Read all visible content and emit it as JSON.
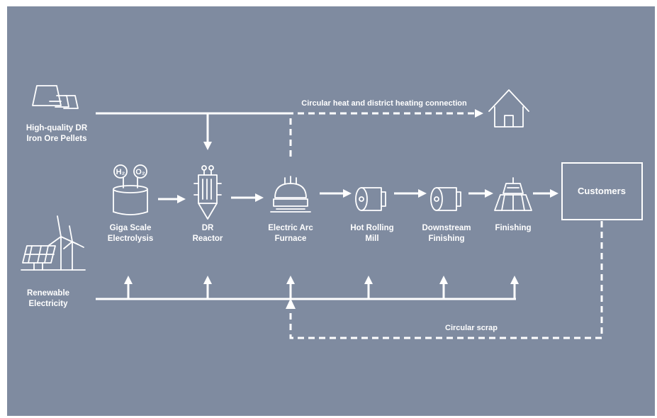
{
  "inputs": {
    "pellets": [
      "High-quality DR",
      "Iron Ore Pellets"
    ],
    "electricity": [
      "Renewable",
      "Electricity"
    ]
  },
  "process": [
    {
      "name": "electrolysis",
      "lines": [
        "Giga Scale",
        "Electrolysis"
      ],
      "icon": "electrolyzer-tank-icon",
      "badges": [
        "H₂",
        "O₂"
      ]
    },
    {
      "name": "dr-reactor",
      "lines": [
        "DR",
        "Reactor"
      ],
      "icon": "dr-reactor-icon"
    },
    {
      "name": "electric-arc-furnace",
      "lines": [
        "Electric Arc",
        "Furnace"
      ],
      "icon": "arc-furnace-icon"
    },
    {
      "name": "hot-rolling-mill",
      "lines": [
        "Hot Rolling",
        "Mill"
      ],
      "icon": "steel-coil-icon"
    },
    {
      "name": "downstream-finishing",
      "lines": [
        "Downstream",
        "Finishing"
      ],
      "icon": "steel-coil-icon"
    },
    {
      "name": "finishing",
      "lines": [
        "Finishing"
      ],
      "icon": "finishing-press-icon"
    }
  ],
  "customers": "Customers",
  "heat_connection_label": "Circular heat and district heating connection",
  "scrap_label": "Circular scrap",
  "icons": {
    "pellets": "iron-ore-pellets-icon",
    "renewables": "solar-wind-icon",
    "house": "house-icon"
  },
  "colors": {
    "background": "#7f8ba0",
    "foreground": "#ffffff"
  }
}
